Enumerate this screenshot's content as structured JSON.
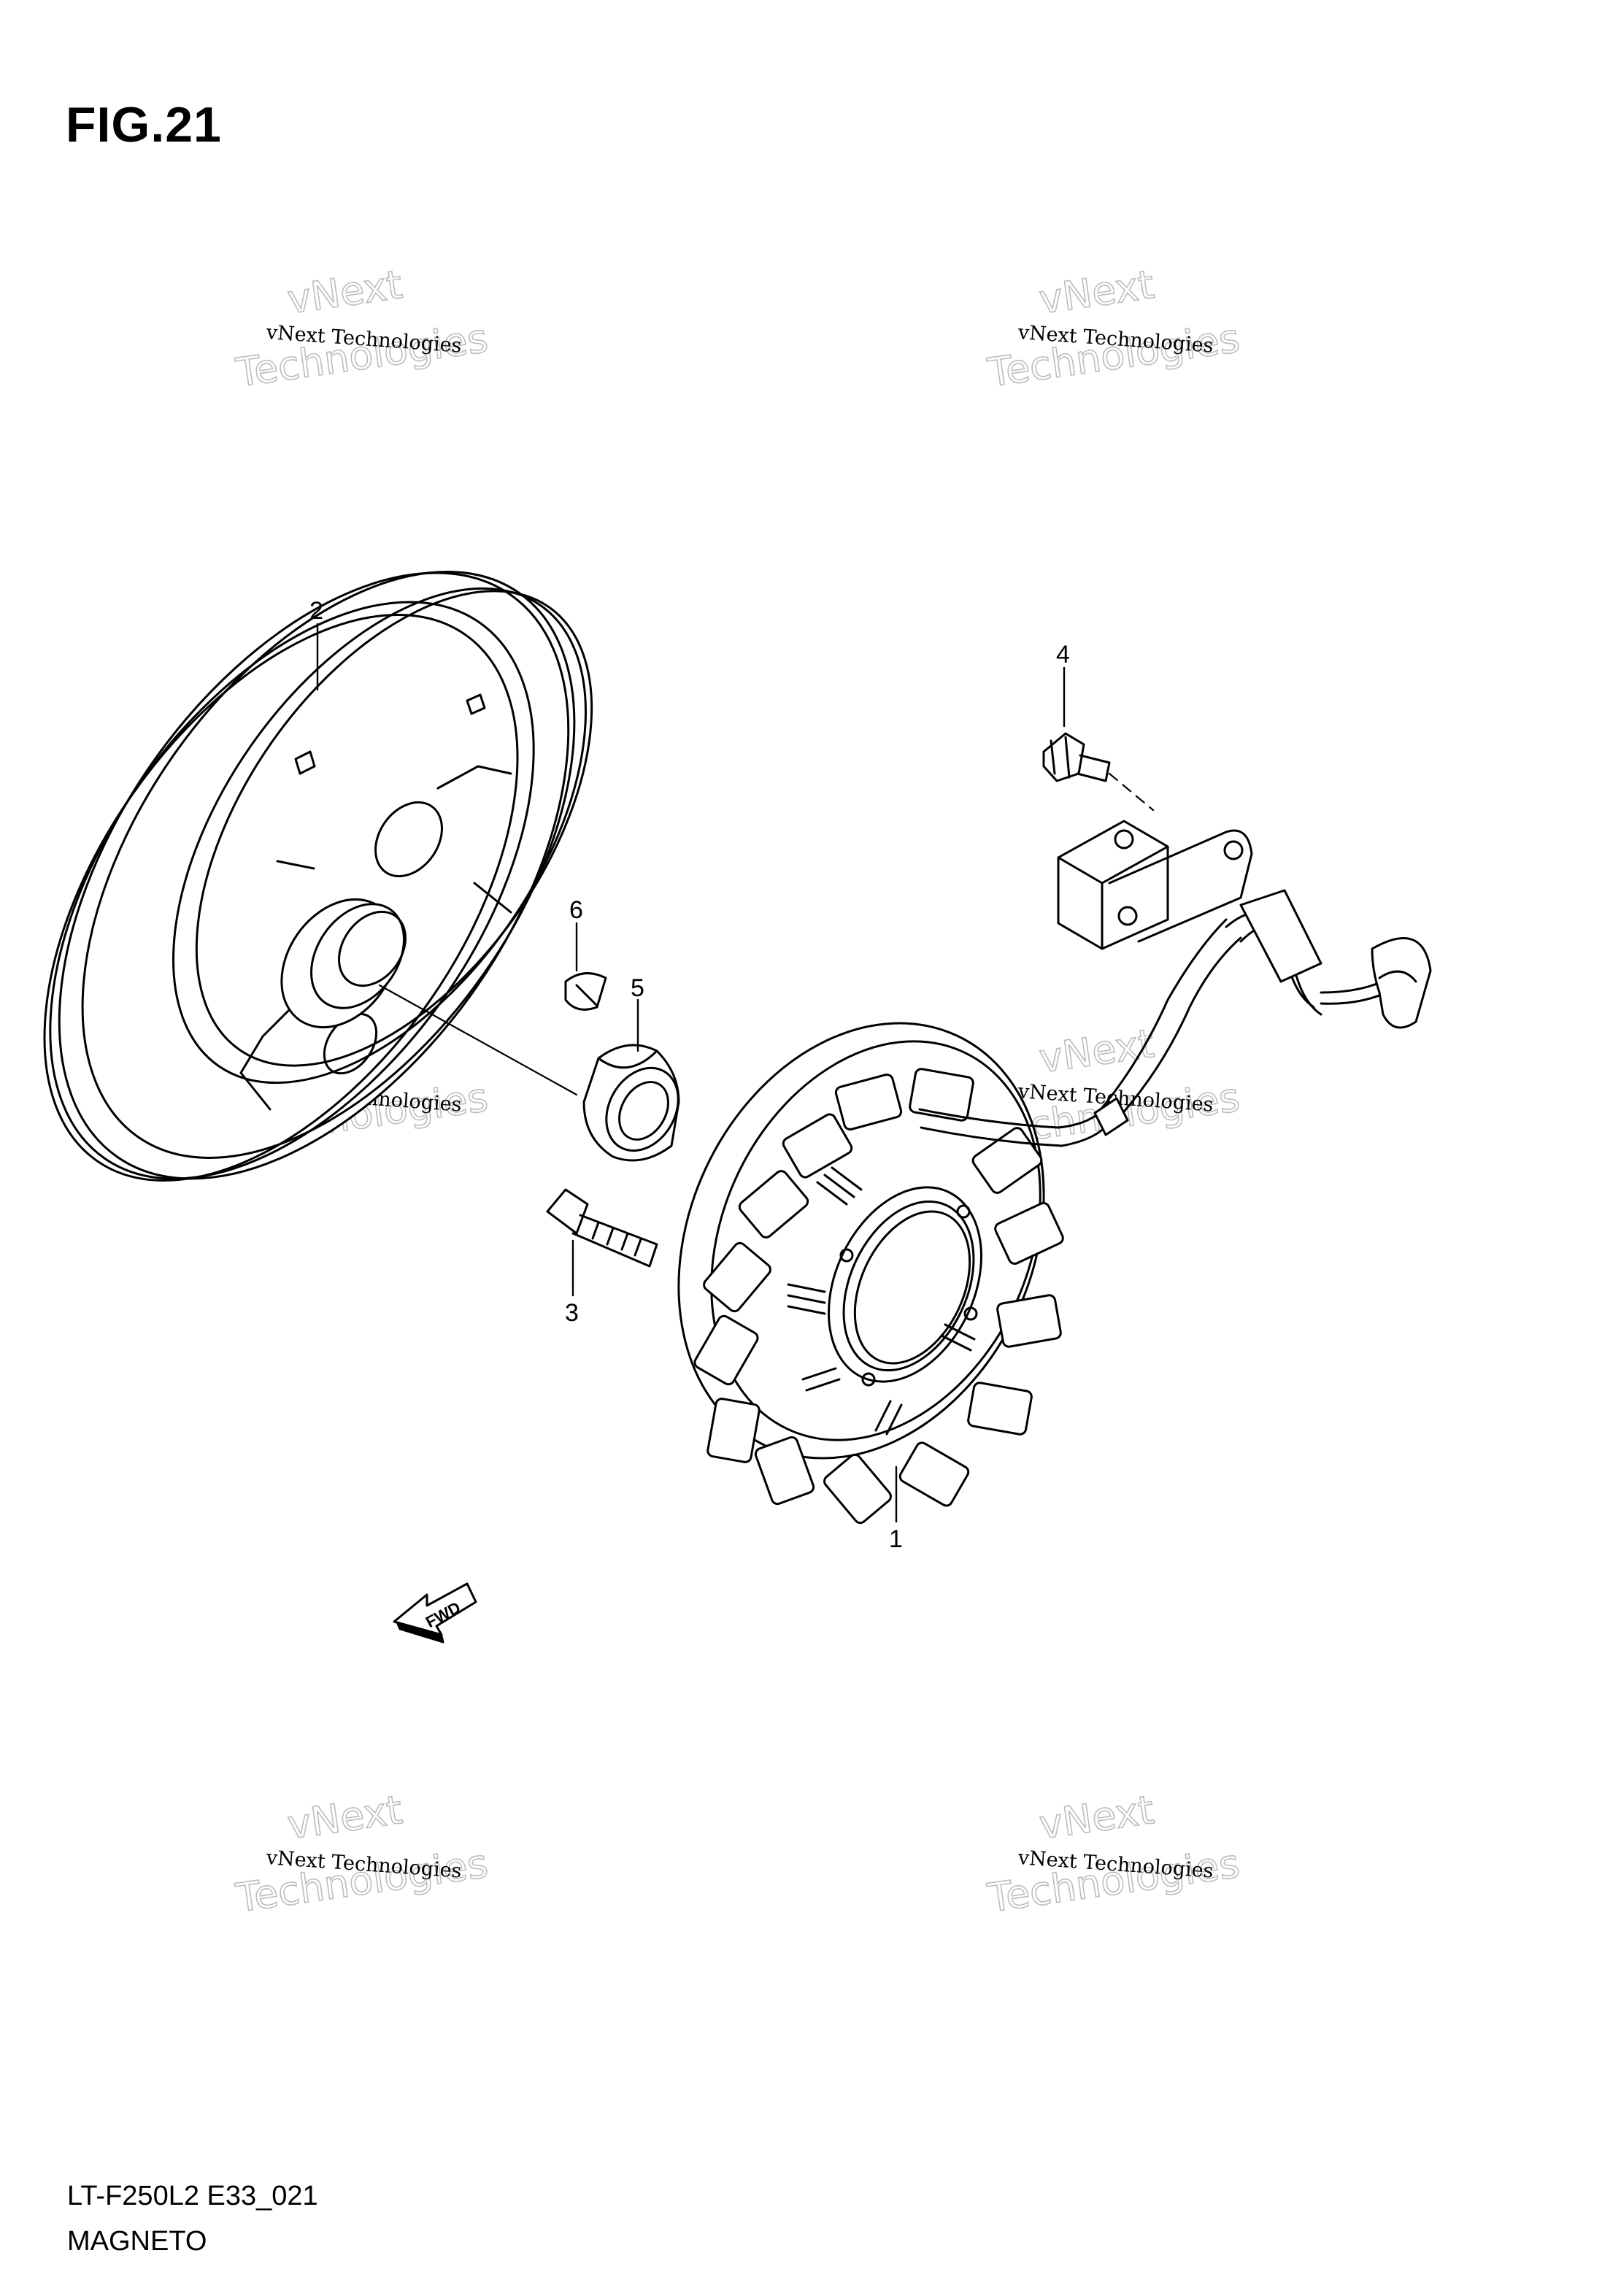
{
  "figure": {
    "title": "FIG.21",
    "code": "LT-F250L2 E33_021",
    "name": "MAGNETO"
  },
  "callouts": {
    "c1": "1",
    "c2": "2",
    "c3": "3",
    "c4": "4",
    "c5": "5",
    "c6": "6"
  },
  "fwd_label": "FWD",
  "watermark": {
    "small": "vNext Technologies",
    "big_line1": "vNext",
    "big_line2": "Technologies"
  },
  "colors": {
    "ink": "#000000",
    "watermark_outline": "#bdbdbd"
  }
}
